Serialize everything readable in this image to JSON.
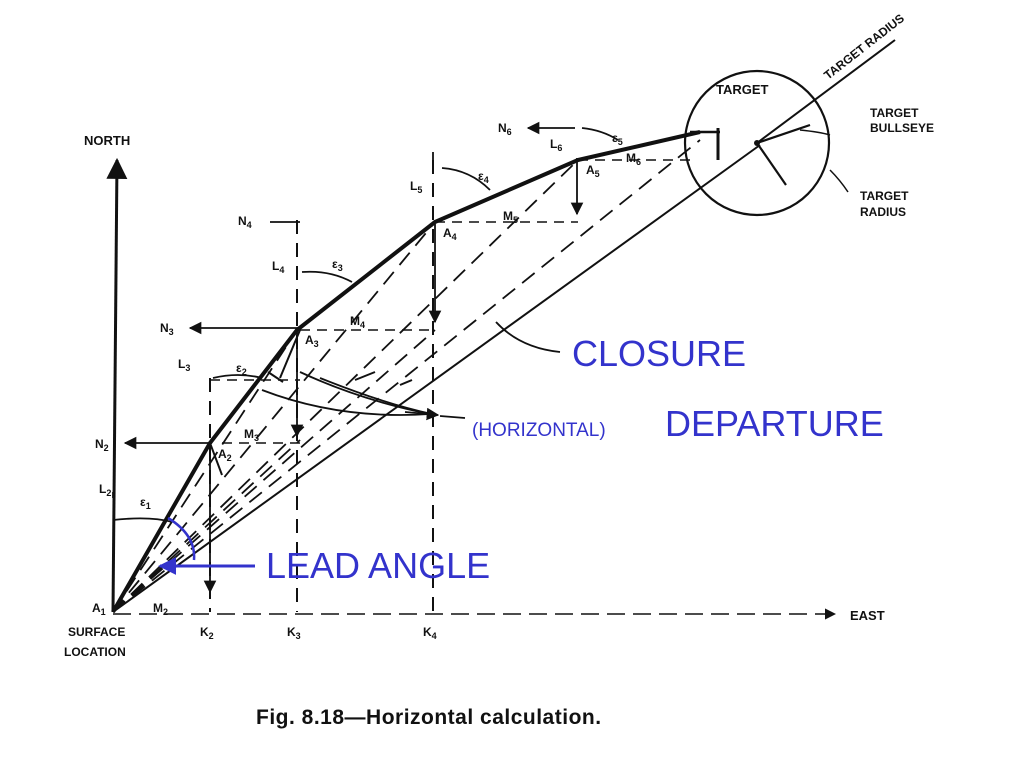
{
  "axes": {
    "north": "NORTH",
    "east": "EAST"
  },
  "target": {
    "title": "TARGET",
    "radius_top": "TARGET RADIUS",
    "bullseye_line1": "TARGET",
    "bullseye_line2": "BULLSEYE",
    "radius_line1": "TARGET",
    "radius_line2": "RADIUS"
  },
  "surface": {
    "line1": "SURFACE",
    "line2": "LOCATION"
  },
  "points": {
    "A1": {
      "main": "A",
      "sub": "1"
    },
    "A2": {
      "main": "A",
      "sub": "2"
    },
    "A3": {
      "main": "A",
      "sub": "3"
    },
    "A4": {
      "main": "A",
      "sub": "4"
    },
    "A5": {
      "main": "A",
      "sub": "5"
    },
    "N2": {
      "main": "N",
      "sub": "2"
    },
    "N3": {
      "main": "N",
      "sub": "3"
    },
    "N4": {
      "main": "N",
      "sub": "4"
    },
    "N6": {
      "main": "N",
      "sub": "6"
    },
    "L2": {
      "main": "L",
      "sub": "2"
    },
    "L3": {
      "main": "L",
      "sub": "3"
    },
    "L4": {
      "main": "L",
      "sub": "4"
    },
    "L5": {
      "main": "L",
      "sub": "5"
    },
    "L6": {
      "main": "L",
      "sub": "6"
    },
    "M2": {
      "main": "M",
      "sub": "2"
    },
    "M3": {
      "main": "M",
      "sub": "3"
    },
    "M4": {
      "main": "M",
      "sub": "4"
    },
    "M5": {
      "main": "M",
      "sub": "5"
    },
    "M6": {
      "main": "M",
      "sub": "6"
    },
    "K2": {
      "main": "K",
      "sub": "2"
    },
    "K3": {
      "main": "K",
      "sub": "3"
    },
    "K4": {
      "main": "K",
      "sub": "4"
    },
    "e1": {
      "main": "ε",
      "sub": "1"
    },
    "e2": {
      "main": "ε",
      "sub": "2"
    },
    "e3": {
      "main": "ε",
      "sub": "3"
    },
    "e4": {
      "main": "ε",
      "sub": "4"
    },
    "e5": {
      "main": "ε",
      "sub": "5"
    }
  },
  "annotations": {
    "closure": "CLOSURE",
    "horizontal": "(HORIZONTAL)",
    "departure": "DEPARTURE",
    "lead_angle": "LEAD ANGLE"
  },
  "caption": "Fig. 8.18—Horizontal calculation.",
  "colors": {
    "annotation": "#3333cc",
    "ink": "#111111",
    "background": "#ffffff"
  }
}
